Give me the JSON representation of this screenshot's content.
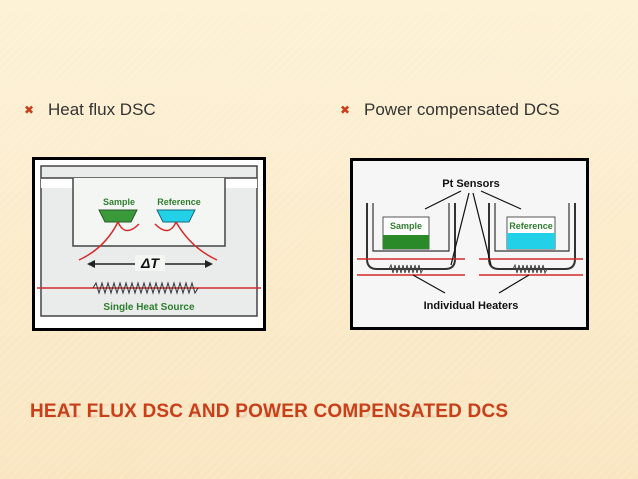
{
  "bullets": [
    {
      "label": "Heat flux DSC",
      "icon": "x-bullet-icon"
    },
    {
      "label": "Power compensated DCS",
      "icon": "x-bullet-icon"
    }
  ],
  "diagram1": {
    "sample_label": "Sample",
    "reference_label": "Reference",
    "delta_label": "ΔT",
    "source_label": "Single Heat Source"
  },
  "diagram2": {
    "sensors_label": "Pt Sensors",
    "sample_label": "Sample",
    "reference_label": "Reference",
    "heaters_label": "Individual Heaters"
  },
  "footer": {
    "title": "HEAT FLUX DSC AND POWER COMPENSATED DCS"
  },
  "colors": {
    "accent": "#c8401b",
    "background": "#fbeccb",
    "sample_fill": "#3a9a3a",
    "reference_fill": "#22d0e8",
    "heater_red": "#d42a2a",
    "label_green": "#2f7d2f"
  }
}
